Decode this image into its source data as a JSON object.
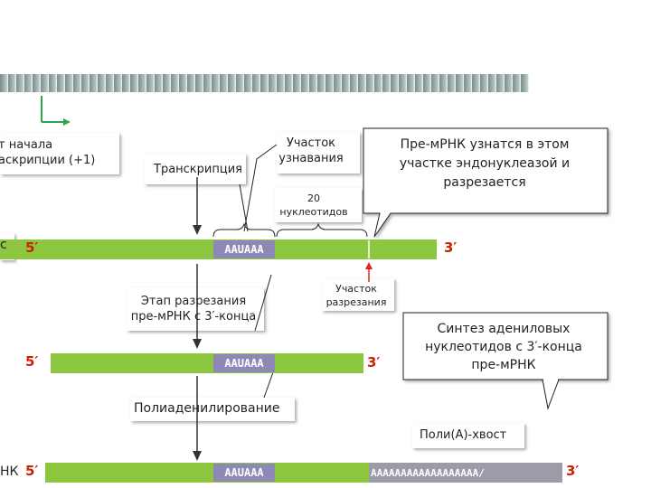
{
  "labels": {
    "tss_line1": "т начала",
    "tss_line2": "аскрипции (+1)",
    "transcription": "Транскрипция",
    "recognition_line1": "Участок",
    "recognition_line2": "узнавания",
    "nucleotides_line1": "20",
    "nucleotides_line2": "нуклеотидов",
    "callout_line1": "Пре-мРНК узнатся в этом",
    "callout_line2": "участке эндонуклеазой и",
    "callout_line3": "разрезается",
    "left_cut_mark": "с",
    "cleavage_stage_line1": "Этап разрезания",
    "cleavage_stage_line2": "пре-мРНК с 3′-конца",
    "cleavage_site_line1": "Участок",
    "cleavage_site_line2": "разрезания",
    "synthesis_line1": "Синтез адениловых",
    "synthesis_line2": "нуклеотидов с 3′-конца",
    "synthesis_line3": "пре-мРНК",
    "polyadenylation": "Полиаденилирование",
    "polya_tail": "Поли(А)-хвост",
    "left_mrna": "НК"
  },
  "strands": {
    "five_prime": "5′",
    "three_prime": "3′",
    "signal": "AAUAAA",
    "tail": "AAAAAAAAAAAAAAAAAA/"
  },
  "colors": {
    "strand": "#8dc63f",
    "signal_box": "#8f87b5",
    "tail_box": "#9d9ba8",
    "end_label": "#cc2200",
    "arrow_green": "#2aa84a",
    "cut_arrow": "#dd2222"
  }
}
